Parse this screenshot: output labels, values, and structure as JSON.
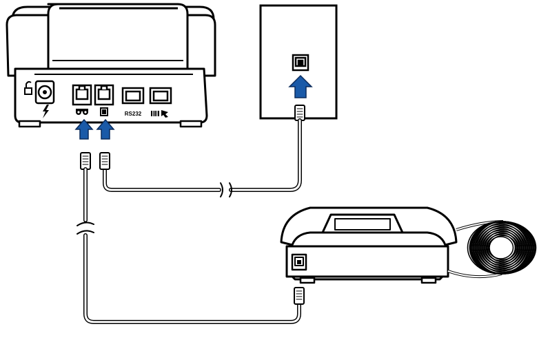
{
  "terminal": {
    "ports": [
      {
        "id": "phone",
        "icon": "handset-icon"
      },
      {
        "id": "line",
        "icon": "wall-jack-icon"
      },
      {
        "id": "serial",
        "label": "RS232"
      },
      {
        "id": "barcode",
        "icon": "barcode-scanner-icon"
      }
    ],
    "power_icon": "lightning-icon",
    "lock_icon": "padlock-icon"
  },
  "wall_outlet": {
    "icon": "rj11-jack-icon"
  },
  "telephone": {
    "icon": "desk-telephone-icon"
  },
  "colors": {
    "outline": "#000000",
    "body_fill": "#ffffff",
    "arrow": "#1a5aa8",
    "arrow_outline": "#0a2a5a"
  }
}
